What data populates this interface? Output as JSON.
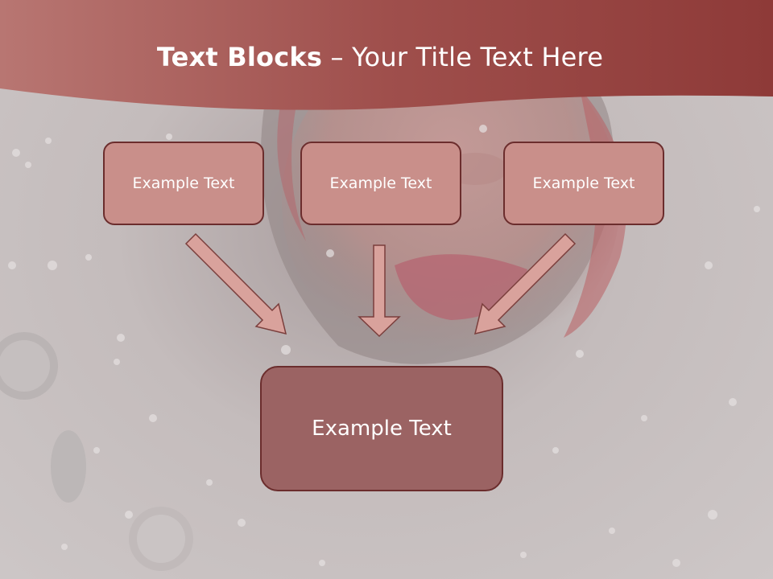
{
  "slide": {
    "title_bold": "Text Blocks",
    "title_dash": " – ",
    "title_rest": "Your Title Text Here"
  },
  "diagram": {
    "top_boxes": [
      {
        "label": "Example Text"
      },
      {
        "label": "Example Text"
      },
      {
        "label": "Example Text"
      }
    ],
    "bottom_box": {
      "label": "Example Text"
    }
  },
  "colors": {
    "header": "#9e4a48",
    "box_fill": "#c98f8a",
    "box_border": "#6b2d2d",
    "bottom_box_fill": "#9b6363",
    "arrow_fill": "#d9a29c"
  }
}
